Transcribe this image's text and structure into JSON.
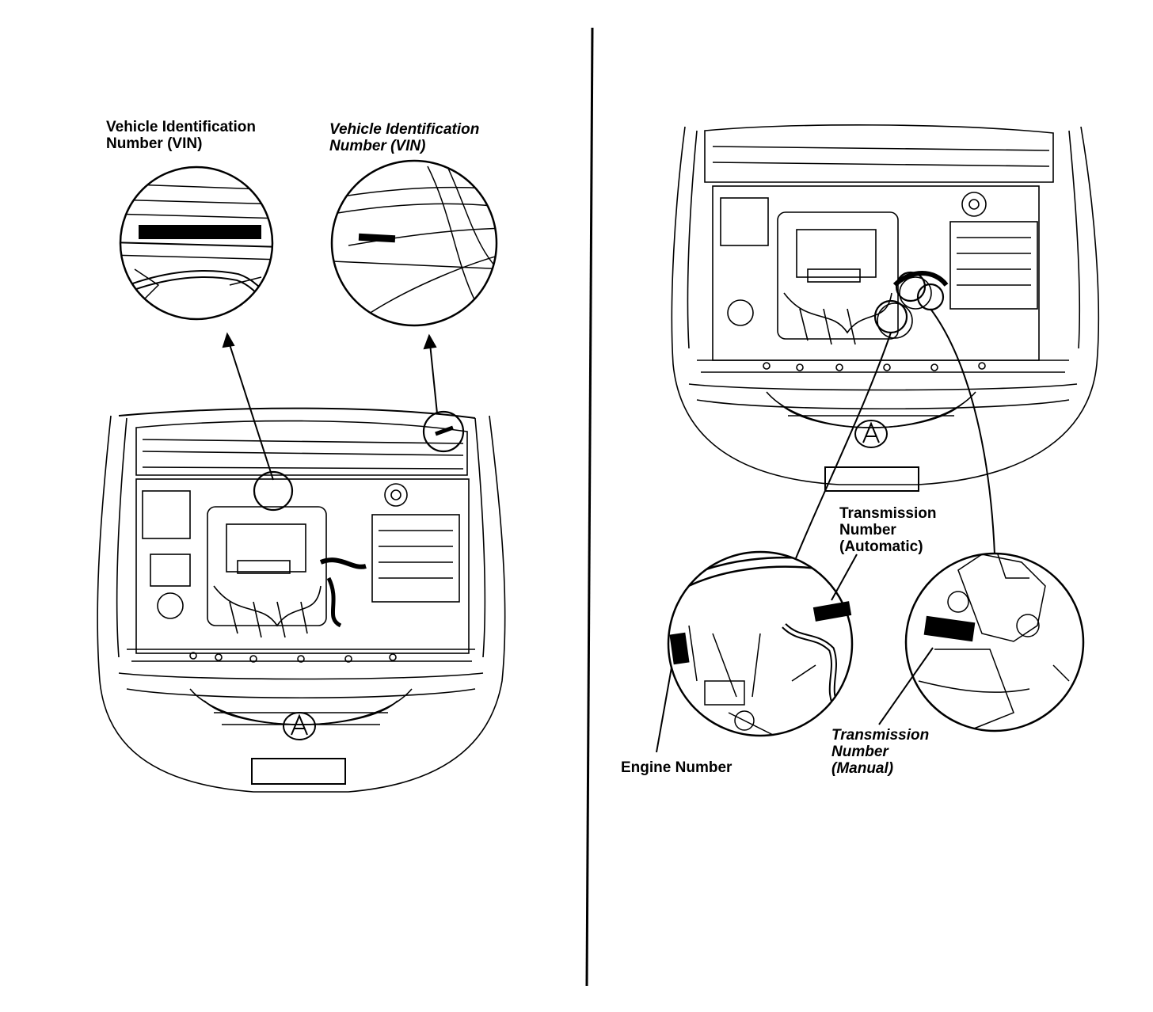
{
  "labels": {
    "vin_left": [
      "Vehicle Identification",
      "Number (VIN)"
    ],
    "vin_right": [
      "Vehicle Identification",
      "Number (VIN)"
    ],
    "trans_auto": [
      "Transmission",
      "Number",
      "(Automatic)"
    ],
    "trans_manual": [
      "Transmission",
      "Number",
      "(Manual)"
    ],
    "engine": "Engine Number"
  },
  "icons": {
    "emblem": "acura-logo-icon"
  },
  "colors": {
    "ink": "#000000",
    "paper": "#ffffff"
  }
}
